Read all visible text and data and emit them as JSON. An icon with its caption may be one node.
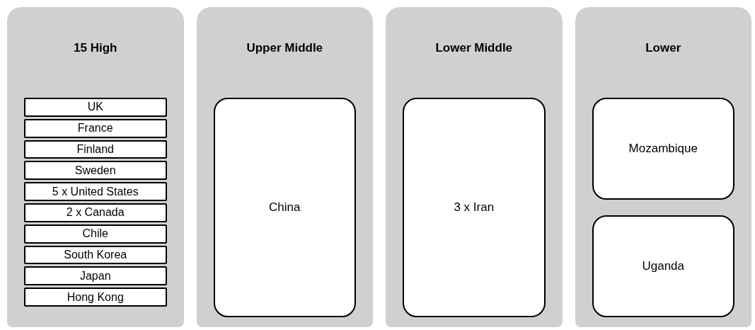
{
  "diagram": {
    "nodes": [
      {
        "text": [
          "15 High"
        ]
      },
      {
        "text": [
          "UK"
        ],
        "in": 0
      },
      {
        "text": [
          "France"
        ],
        "in": 0
      },
      {
        "text": [
          "Finland"
        ],
        "in": 0
      },
      {
        "text": [
          "Sweden"
        ],
        "in": 0
      },
      {
        "text": [
          "5 x United States"
        ],
        "in": 0
      },
      {
        "text": [
          "2 x Canada"
        ],
        "in": 0
      },
      {
        "text": [
          "Chile"
        ],
        "in": 0
      },
      {
        "text": [
          "South Korea"
        ],
        "in": 0
      },
      {
        "text": [
          "Japan"
        ],
        "in": 0
      },
      {
        "text": [
          "Hong Kong"
        ],
        "in": 0
      },
      {
        "text": [
          "Upper Middle"
        ]
      },
      {
        "text": [
          "China"
        ],
        "in": 11
      },
      {
        "text": [
          "Lower Middle"
        ]
      },
      {
        "text": [
          "3 x Iran"
        ],
        "in": 13
      },
      {
        "text": [
          "Lower"
        ]
      },
      {
        "text": [
          "Mozambique"
        ],
        "in": 15
      },
      {
        "text": [
          "Uganda"
        ],
        "in": 15
      }
    ]
  }
}
